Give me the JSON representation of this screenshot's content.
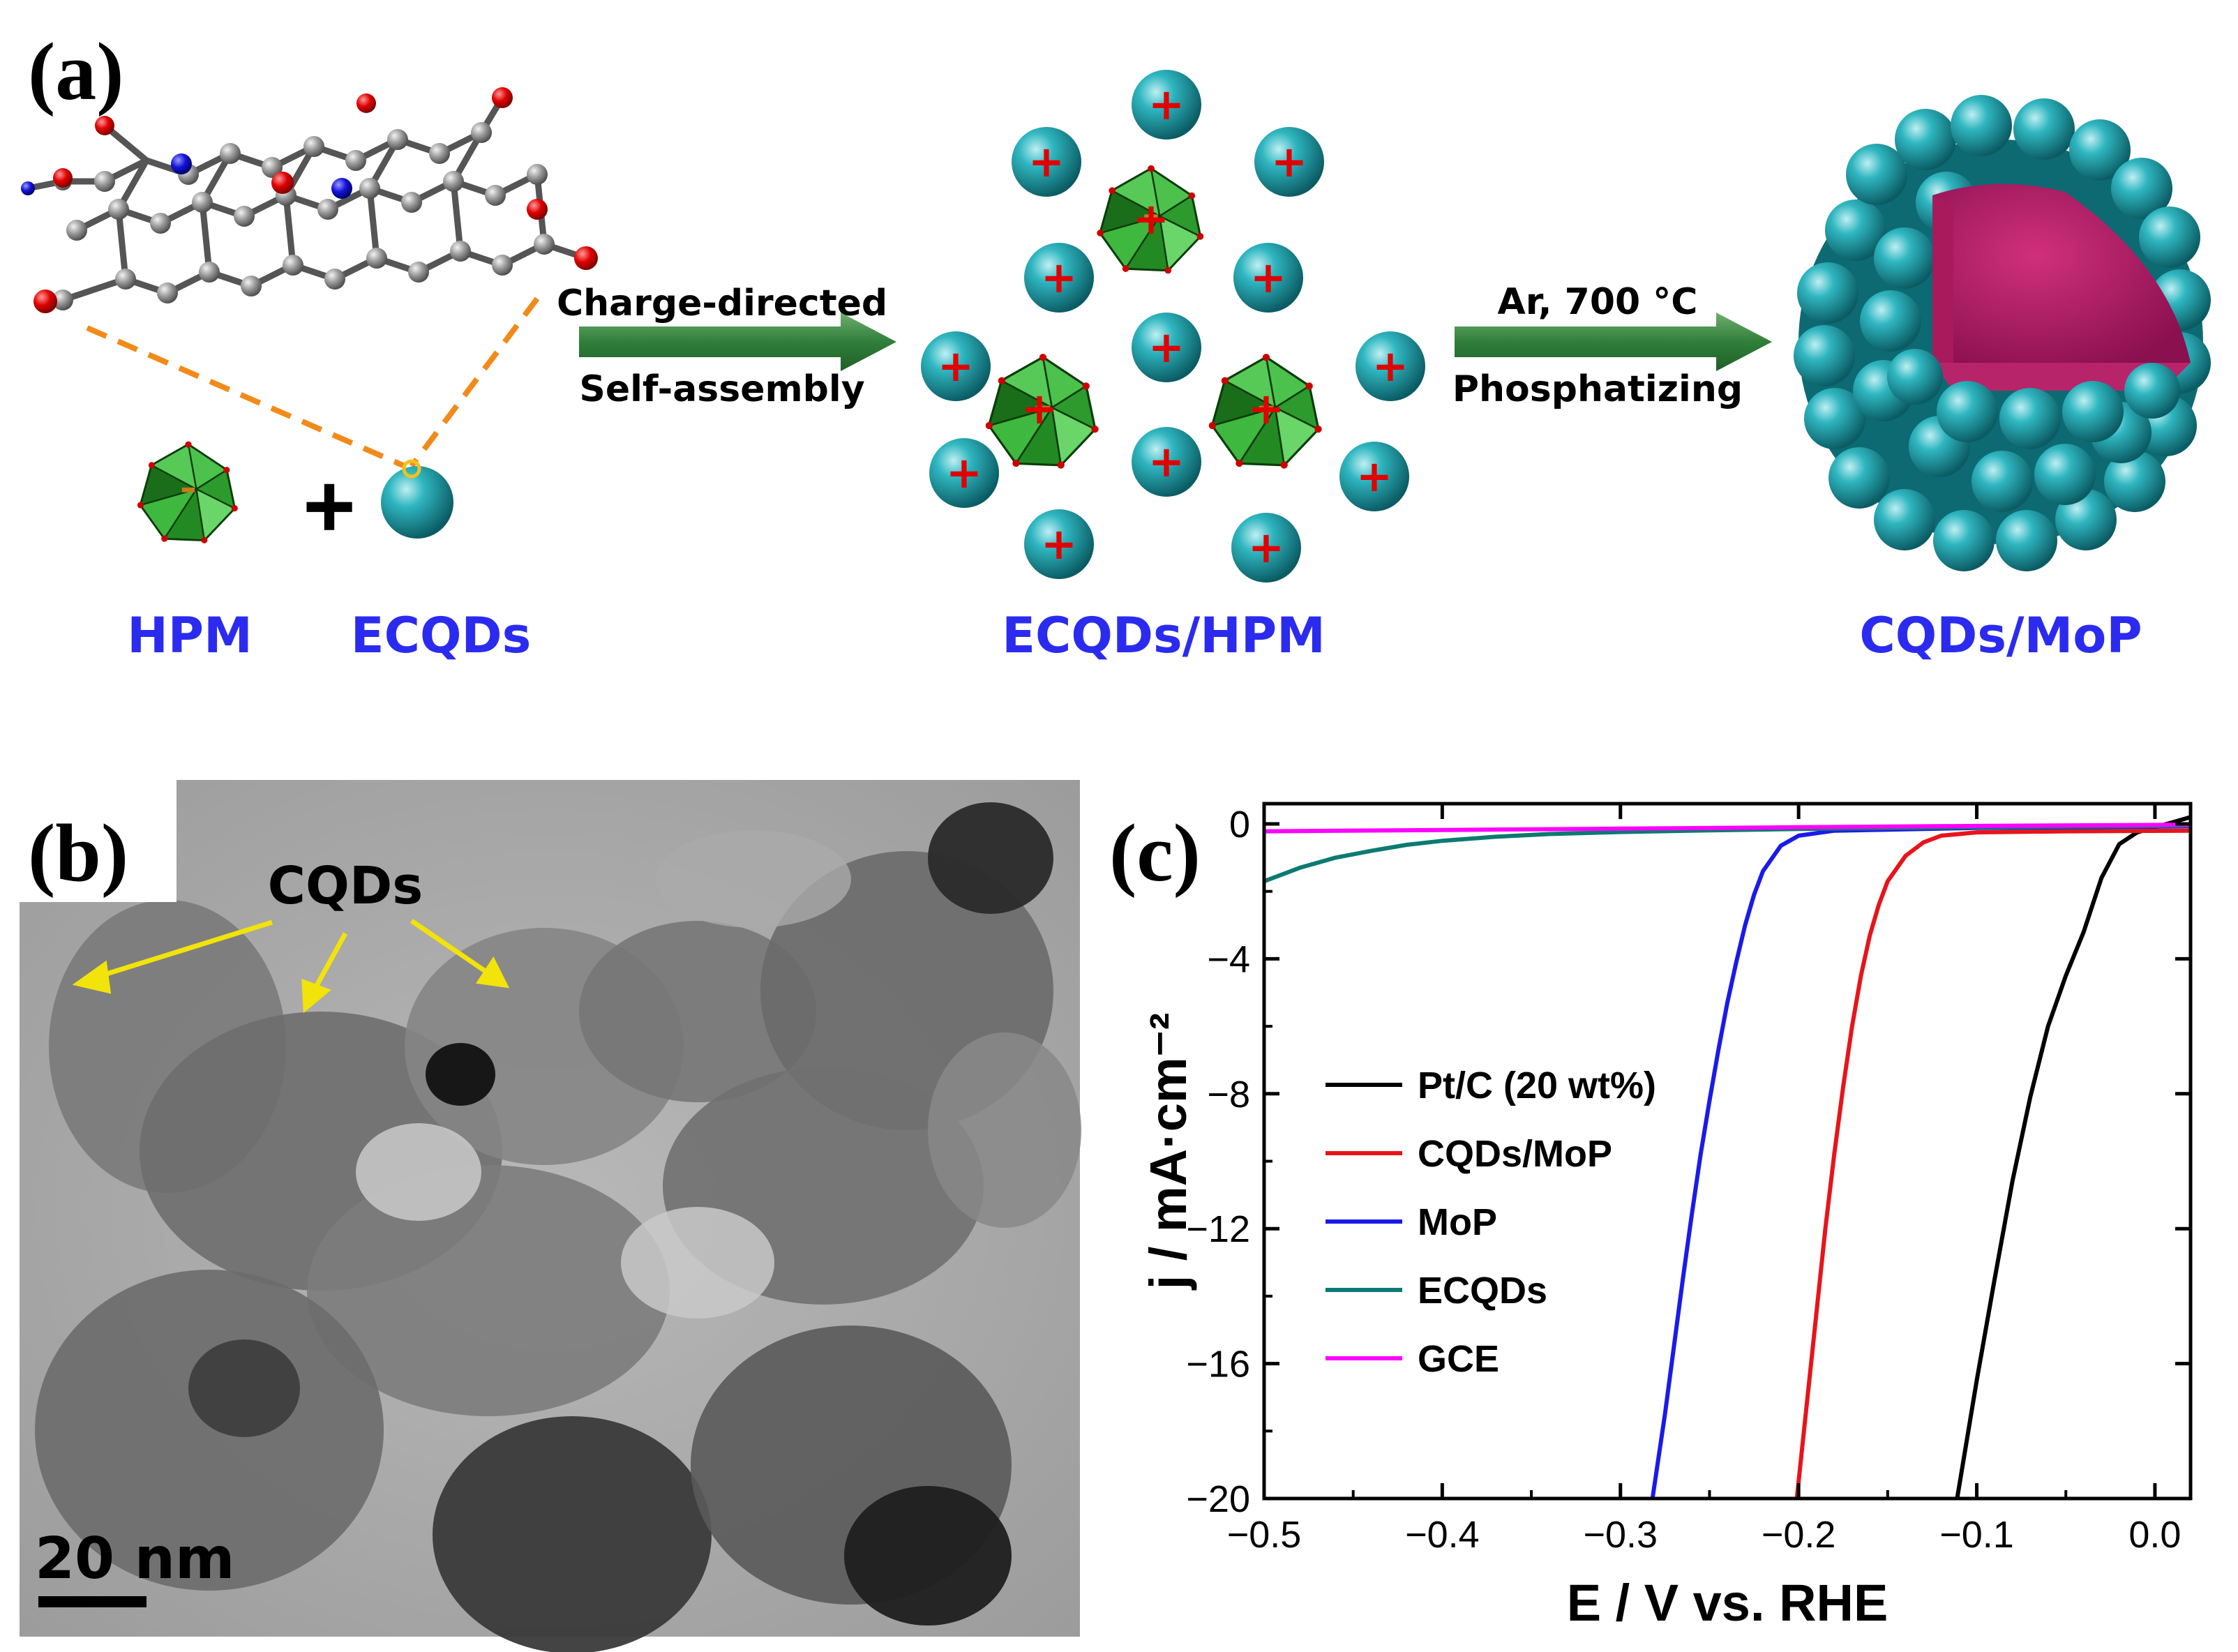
{
  "panel_a": {
    "panel_label": "(a)",
    "step1_line1": "Charge-directed",
    "step1_line2": "Self-assembly",
    "step2_line1": "Ar, 700 °C",
    "step2_line2": "Phosphatizing",
    "plus_sign": "+",
    "label_hpm": "HPM",
    "label_ecqds": "ECQDs",
    "label_ecqds_hpm": "ECQDs/HPM",
    "label_cqds_mop": "CQDs/MoP",
    "cation_symbol": "+"
  },
  "panel_b": {
    "panel_label": "(b)",
    "annotation": "CQDs",
    "scale_bar": "20 nm"
  },
  "panel_c": {
    "panel_label": "(c)",
    "chart_data": {
      "type": "line",
      "xlabel": "E / V vs. RHE",
      "ylabel": "j / mA·cm⁻²",
      "xlim": [
        -0.5,
        0.02
      ],
      "ylim": [
        -20,
        0.6
      ],
      "x_ticks": [
        -0.5,
        -0.4,
        -0.3,
        -0.2,
        -0.1,
        0.0
      ],
      "x_tick_labels": [
        "−0.5",
        "−0.4",
        "−0.3",
        "−0.2",
        "−0.1",
        "0.0"
      ],
      "y_ticks": [
        0,
        -4,
        -8,
        -12,
        -16,
        -20
      ],
      "y_tick_labels": [
        "0",
        "−4",
        "−8",
        "−12",
        "−16",
        "−20"
      ],
      "legend_position": "center-left",
      "series": [
        {
          "name": "Pt/C (20 wt%)",
          "color": "#000000",
          "points": [
            [
              -0.111,
              -20
            ],
            [
              -0.1,
              -16.5
            ],
            [
              -0.09,
              -13.5
            ],
            [
              -0.08,
              -10.6
            ],
            [
              -0.07,
              -8.1
            ],
            [
              -0.06,
              -6.0
            ],
            [
              -0.05,
              -4.5
            ],
            [
              -0.04,
              -3.2
            ],
            [
              -0.03,
              -1.6
            ],
            [
              -0.02,
              -0.6
            ],
            [
              -0.01,
              -0.25
            ],
            [
              0.0,
              -0.1
            ],
            [
              0.01,
              0.05
            ],
            [
              0.02,
              0.2
            ]
          ]
        },
        {
          "name": "CQDs/MoP",
          "color": "#e8141b",
          "points": [
            [
              -0.201,
              -20
            ],
            [
              -0.195,
              -17
            ],
            [
              -0.19,
              -14.5
            ],
            [
              -0.185,
              -12
            ],
            [
              -0.18,
              -9.8
            ],
            [
              -0.175,
              -7.8
            ],
            [
              -0.17,
              -6.0
            ],
            [
              -0.165,
              -4.5
            ],
            [
              -0.16,
              -3.3
            ],
            [
              -0.155,
              -2.4
            ],
            [
              -0.15,
              -1.7
            ],
            [
              -0.14,
              -0.95
            ],
            [
              -0.13,
              -0.55
            ],
            [
              -0.12,
              -0.35
            ],
            [
              -0.1,
              -0.25
            ],
            [
              -0.05,
              -0.22
            ],
            [
              0.02,
              -0.2
            ]
          ]
        },
        {
          "name": "MoP",
          "color": "#1a1aeb",
          "points": [
            [
              -0.282,
              -20
            ],
            [
              -0.275,
              -17.5
            ],
            [
              -0.27,
              -15.5
            ],
            [
              -0.265,
              -13.5
            ],
            [
              -0.26,
              -11.6
            ],
            [
              -0.255,
              -9.8
            ],
            [
              -0.25,
              -8.2
            ],
            [
              -0.245,
              -6.7
            ],
            [
              -0.24,
              -5.3
            ],
            [
              -0.235,
              -4.1
            ],
            [
              -0.23,
              -3.0
            ],
            [
              -0.225,
              -2.1
            ],
            [
              -0.22,
              -1.4
            ],
            [
              -0.21,
              -0.65
            ],
            [
              -0.2,
              -0.35
            ],
            [
              -0.18,
              -0.2
            ],
            [
              -0.1,
              -0.12
            ],
            [
              0.0,
              -0.08
            ],
            [
              0.02,
              -0.07
            ]
          ]
        },
        {
          "name": "ECQDs",
          "color": "#0b7a72",
          "points": [
            [
              -0.5,
              -1.7
            ],
            [
              -0.48,
              -1.3
            ],
            [
              -0.46,
              -1.0
            ],
            [
              -0.44,
              -0.8
            ],
            [
              -0.42,
              -0.62
            ],
            [
              -0.4,
              -0.5
            ],
            [
              -0.37,
              -0.38
            ],
            [
              -0.34,
              -0.3
            ],
            [
              -0.3,
              -0.24
            ],
            [
              -0.25,
              -0.19
            ],
            [
              -0.2,
              -0.15
            ],
            [
              -0.1,
              -0.1
            ],
            [
              0.0,
              -0.06
            ],
            [
              0.02,
              -0.05
            ]
          ]
        },
        {
          "name": "GCE",
          "color": "#ff00ff",
          "points": [
            [
              -0.5,
              -0.22
            ],
            [
              -0.4,
              -0.18
            ],
            [
              -0.3,
              -0.14
            ],
            [
              -0.2,
              -0.1
            ],
            [
              -0.1,
              -0.06
            ],
            [
              0.0,
              -0.03
            ],
            [
              0.02,
              -0.02
            ]
          ]
        }
      ]
    }
  }
}
